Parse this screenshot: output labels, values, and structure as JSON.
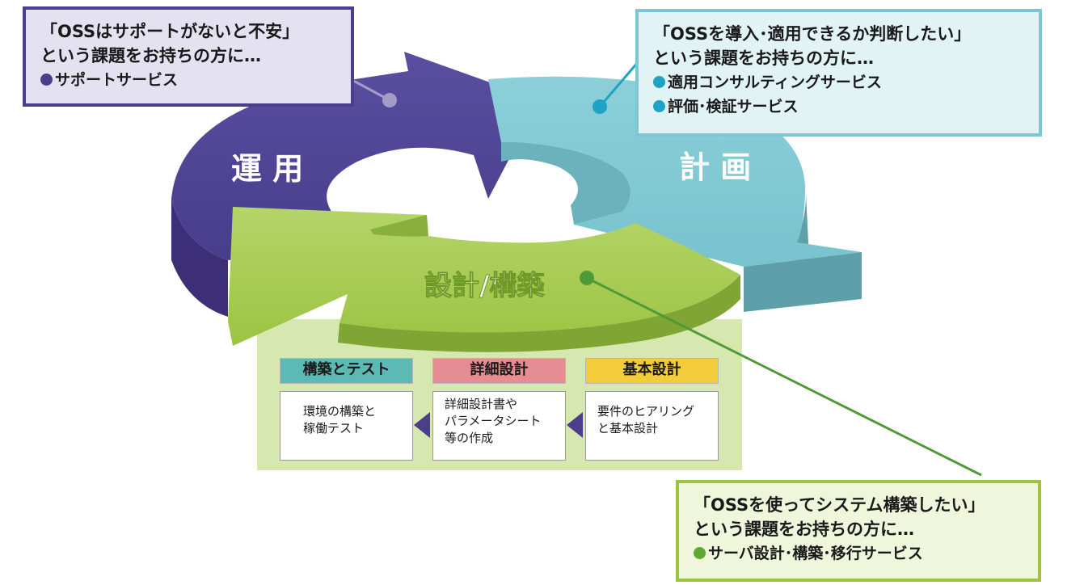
{
  "cycle": {
    "operation_label": "運 用",
    "planning_label": "計 画",
    "design_build_label": "設計/構築"
  },
  "callouts": {
    "operation": {
      "line1": "「OSSはサポートがないと不安」",
      "line2": "という課題をお持ちの方に…",
      "services": [
        "サポートサービス"
      ]
    },
    "planning": {
      "line1": "「OSSを導入･適用できるか判断したい」",
      "line2": "という課題をお持ちの方に…",
      "services": [
        "適用コンサルティングサービス",
        "評価･検証サービス"
      ]
    },
    "build": {
      "line1": "「OSSを使ってシステム構築したい」",
      "line2": "という課題をお持ちの方に…",
      "services": [
        "サーバ設計･構築･移行サービス"
      ]
    }
  },
  "phases": {
    "build_test": {
      "title": "構築とテスト",
      "desc": [
        "環境の構築と",
        "稼働テスト"
      ]
    },
    "detail_design": {
      "title": "詳細設計",
      "desc": [
        "詳細設計書や",
        "パラメータシート",
        "等の作成"
      ]
    },
    "basic_design": {
      "title": "基本設計",
      "desc": [
        "要件のヒアリング",
        "と基本設計"
      ]
    }
  },
  "colors": {
    "operation": "#4a3e8d",
    "planning": "#7cc7d2",
    "design_build": "#9cc442",
    "build_test_header": "#5db9b4",
    "detail_design_header": "#e58d92",
    "basic_design_header": "#f2cc3a"
  }
}
